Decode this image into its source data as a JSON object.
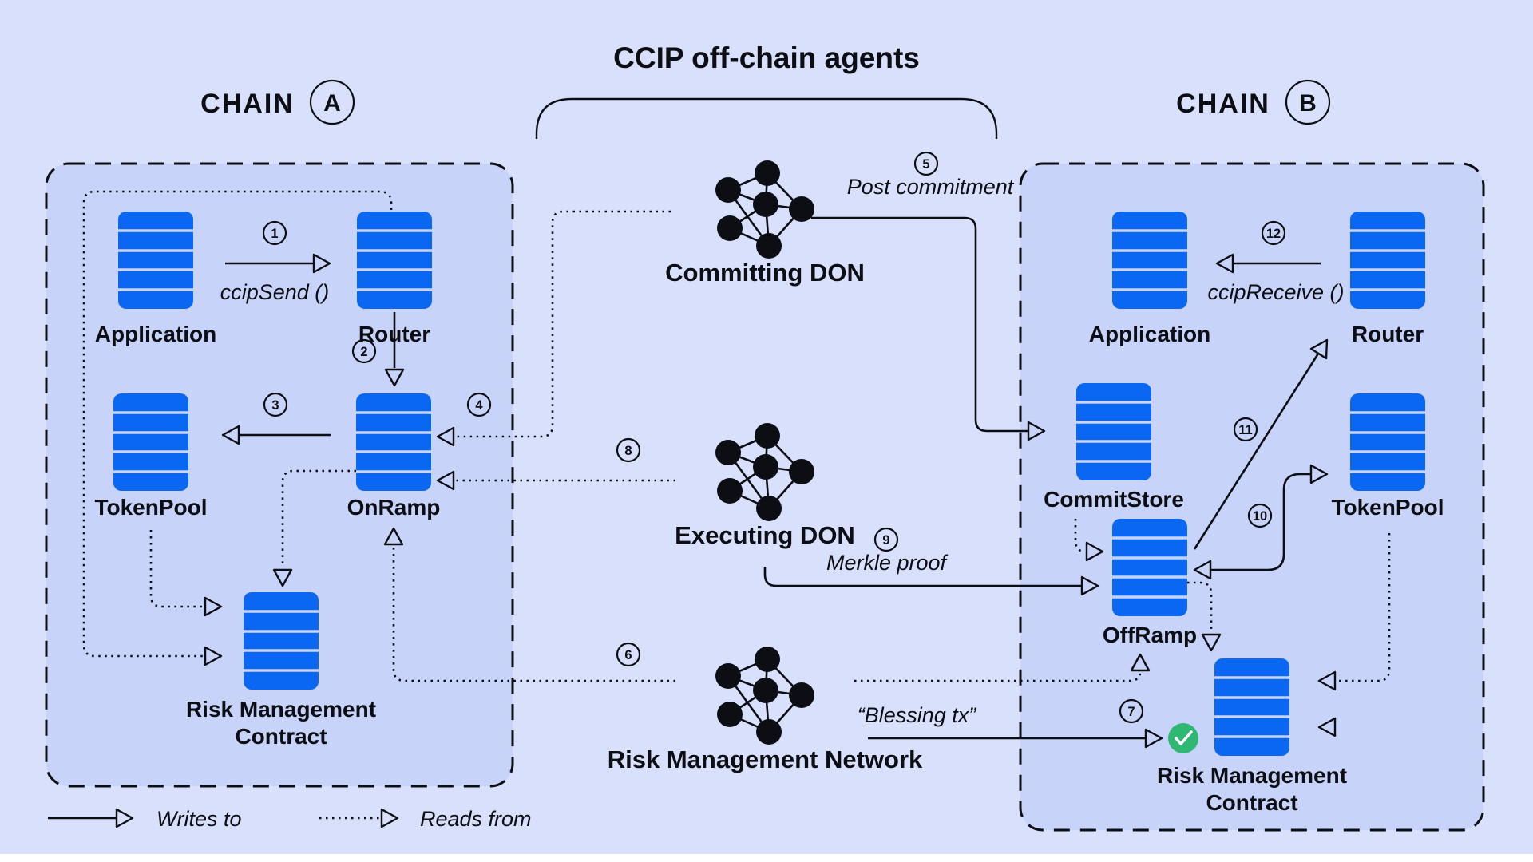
{
  "title": "CCIP off-chain agents",
  "chain_a": {
    "name": "CHAIN",
    "badge": "A",
    "application": "Application",
    "router": "Router",
    "token_pool": "TokenPool",
    "onramp": "OnRamp",
    "rmc_line1": "Risk Management",
    "rmc_line2": "Contract"
  },
  "chain_b": {
    "name": "CHAIN",
    "badge": "B",
    "application": "Application",
    "router": "Router",
    "commit_store": "CommitStore",
    "offramp": "OffRamp",
    "token_pool": "TokenPool",
    "rmc_line1": "Risk Management",
    "rmc_line2": "Contract"
  },
  "agents": {
    "committing": "Committing DON",
    "executing": "Executing DON",
    "risk_network": "Risk Management Network"
  },
  "steps": {
    "s1": {
      "num": "1",
      "label": "ccipSend ()"
    },
    "s2": {
      "num": "2"
    },
    "s3": {
      "num": "3"
    },
    "s4": {
      "num": "4"
    },
    "s5": {
      "num": "5",
      "label": "Post commitment"
    },
    "s6": {
      "num": "6"
    },
    "s7": {
      "num": "7",
      "label": "“Blessing tx”"
    },
    "s8": {
      "num": "8"
    },
    "s9": {
      "num": "9",
      "label": "Merkle proof"
    },
    "s10": {
      "num": "10"
    },
    "s11": {
      "num": "11"
    },
    "s12": {
      "num": "12",
      "label": "ccipReceive ()"
    }
  },
  "legend": {
    "writes": "Writes to",
    "reads": "Reads from"
  },
  "colors": {
    "background": "#d8e0fc",
    "panel": "#c7d3f9",
    "contract_blue": "#0a67f1",
    "line_black": "#0c0e13",
    "check_green": "#2eb874"
  }
}
